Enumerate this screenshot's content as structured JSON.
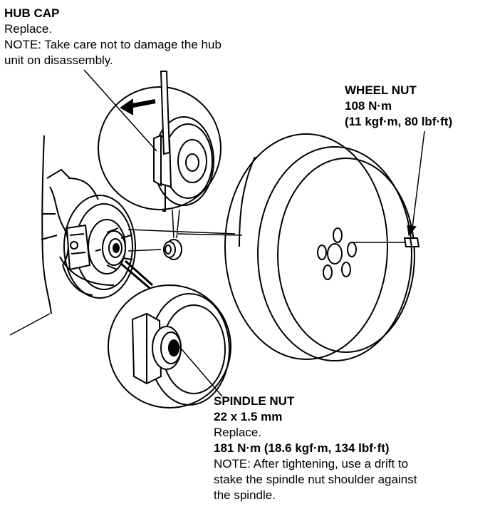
{
  "hub_cap": {
    "title": "HUB CAP",
    "line1": "Replace.",
    "line2": "NOTE:  Take care not to damage the hub",
    "line3": "unit on disassembly."
  },
  "wheel_nut": {
    "title": "WHEEL NUT",
    "torque": "108 N·m",
    "torque_alt": "(11 kgf·m, 80 lbf·ft)"
  },
  "spindle_nut": {
    "title": "SPINDLE NUT",
    "size": "22 x 1.5 mm",
    "line1": "Replace.",
    "torque": "181 N·m (18.6 kgf·m, 134 lbf·ft)",
    "note1": "NOTE:  After tightening, use a drift to",
    "note2": "stake the spindle nut shoulder against",
    "note3": "the spindle."
  }
}
